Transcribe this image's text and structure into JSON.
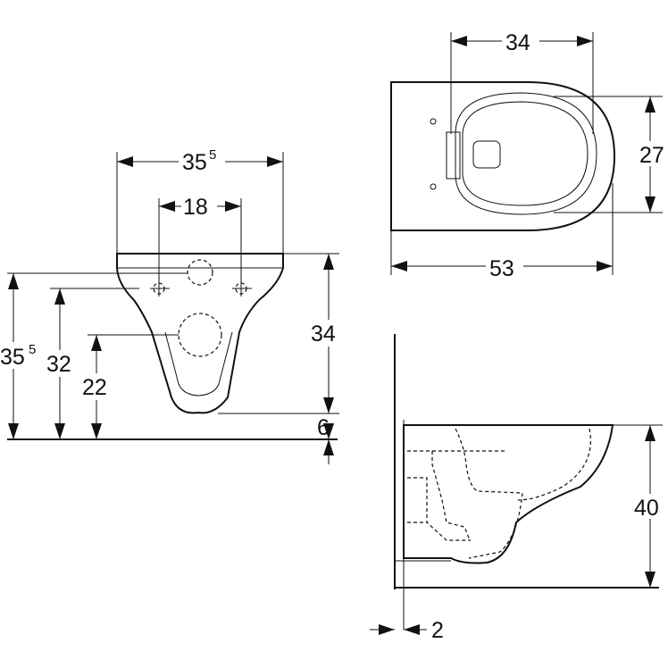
{
  "front_view": {
    "width_overall": {
      "value": "35",
      "superscript": "5"
    },
    "fixing_spacing": {
      "value": "18"
    },
    "height_total": {
      "value": "35",
      "superscript": "5"
    },
    "height_fixings": {
      "value": "32"
    },
    "height_outlet": {
      "value": "22"
    },
    "height_bowl": {
      "value": "34"
    },
    "clearance": {
      "value": "6"
    }
  },
  "top_view": {
    "inner_width": {
      "value": "34"
    },
    "inner_depth": {
      "value": "27"
    },
    "overall_length": {
      "value": "53"
    }
  },
  "side_view": {
    "height": {
      "value": "40"
    },
    "wall_gap": {
      "value": "2"
    }
  }
}
